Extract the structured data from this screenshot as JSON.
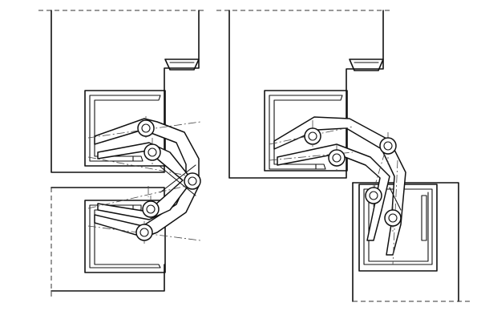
{
  "figure": {
    "panels": [
      {
        "state": "closed",
        "parts": [
          "frame",
          "door",
          "hinge-body-frame",
          "hinge-body-door",
          "linkage-arms",
          "pivot-pins",
          "mounting-screw-recess"
        ]
      },
      {
        "state": "open",
        "parts": [
          "frame",
          "door",
          "hinge-body-frame",
          "hinge-body-door",
          "linkage-arms",
          "pivot-pins",
          "mounting-screw-recess"
        ]
      }
    ],
    "colors": {
      "ink": "#111111",
      "background": "#ffffff",
      "centerline": "#444444"
    }
  }
}
